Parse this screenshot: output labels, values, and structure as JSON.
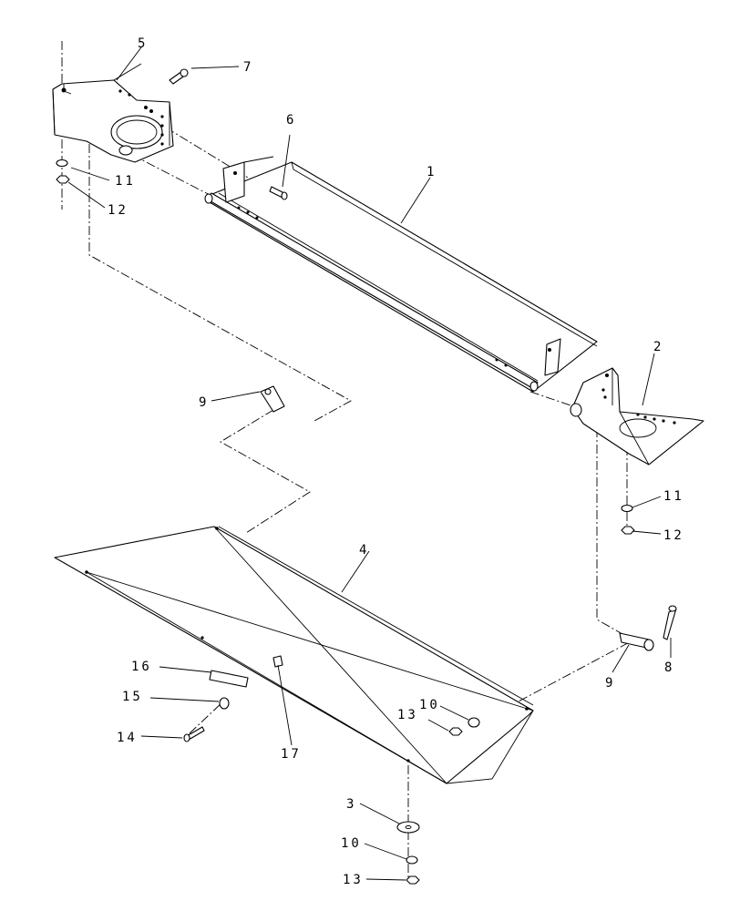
{
  "callouts": [
    {
      "id": "c1",
      "label": "1"
    },
    {
      "id": "c2",
      "label": "2"
    },
    {
      "id": "c3",
      "label": "3"
    },
    {
      "id": "c4",
      "label": "4"
    },
    {
      "id": "c5",
      "label": "5"
    },
    {
      "id": "c6",
      "label": "6"
    },
    {
      "id": "c7",
      "label": "7"
    },
    {
      "id": "c8",
      "label": "8"
    },
    {
      "id": "c9a",
      "label": "9"
    },
    {
      "id": "c9b",
      "label": "9"
    },
    {
      "id": "c10a",
      "label": "10"
    },
    {
      "id": "c10b",
      "label": "10"
    },
    {
      "id": "c11a",
      "label": "11"
    },
    {
      "id": "c11b",
      "label": "11"
    },
    {
      "id": "c12a",
      "label": "12"
    },
    {
      "id": "c12b",
      "label": "12"
    },
    {
      "id": "c13a",
      "label": "13"
    },
    {
      "id": "c13b",
      "label": "13"
    },
    {
      "id": "c14",
      "label": "14"
    },
    {
      "id": "c15",
      "label": "15"
    },
    {
      "id": "c16",
      "label": "16"
    },
    {
      "id": "c17",
      "label": "17"
    }
  ]
}
